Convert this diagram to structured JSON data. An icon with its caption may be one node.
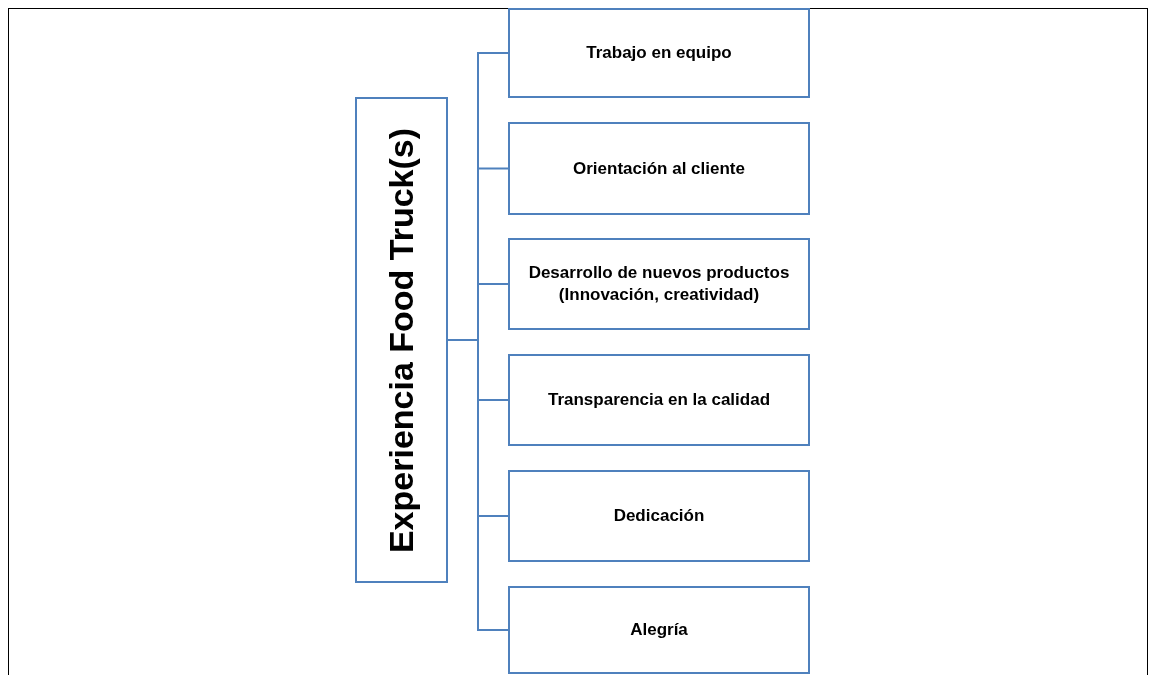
{
  "diagram": {
    "nodes": [
      {
        "text": [
          "Experiencia Food Truck(s)"
        ]
      },
      {
        "text": [
          "Trabajo en equipo"
        ]
      },
      {
        "text": [
          "Orientación al cliente"
        ]
      },
      {
        "text": [
          "Desarrollo de nuevos productos (Innovación, creatividad)"
        ]
      },
      {
        "text": [
          "Transparencia en la calidad"
        ]
      },
      {
        "text": [
          "Dedicación"
        ]
      },
      {
        "text": [
          "Alegría"
        ]
      }
    ],
    "edges": [
      {
        "from": 0,
        "to": 1,
        "arrow": "none"
      },
      {
        "from": 0,
        "to": 2,
        "arrow": "none"
      },
      {
        "from": 0,
        "to": 3,
        "arrow": "none"
      },
      {
        "from": 0,
        "to": 4,
        "arrow": "none"
      },
      {
        "from": 0,
        "to": 5,
        "arrow": "none"
      },
      {
        "from": 0,
        "to": 6,
        "arrow": "none"
      }
    ]
  }
}
